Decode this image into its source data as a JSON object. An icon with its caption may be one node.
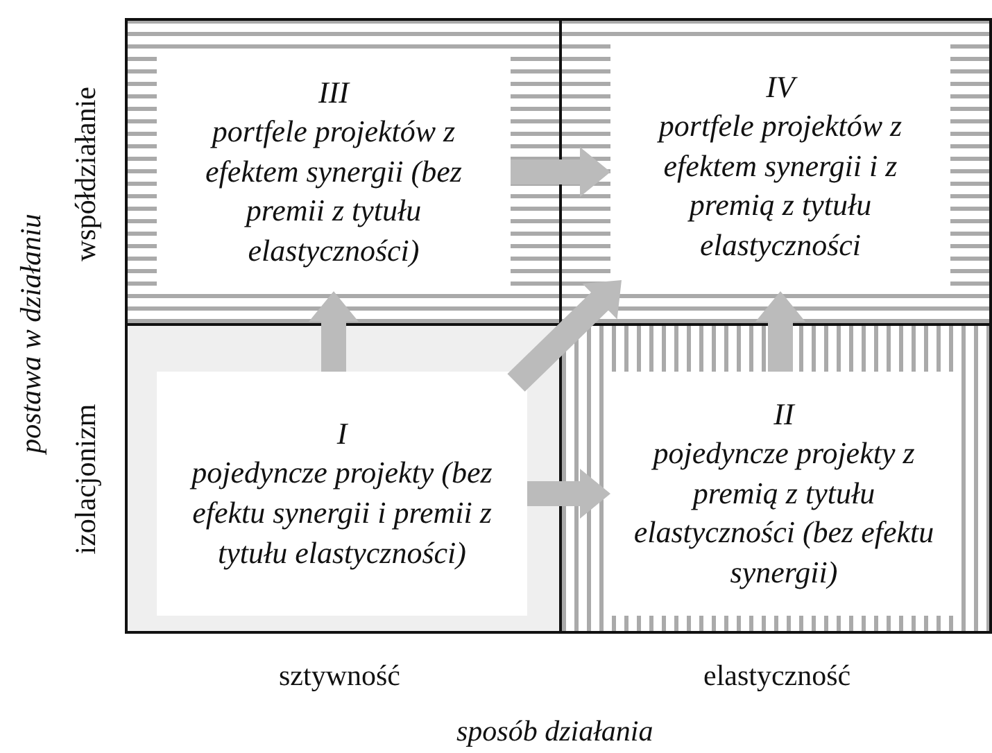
{
  "diagram": {
    "nodes": [
      {
        "text": [
          "III",
          "portfele projektów z efektem synergii (bez premii z tytułu elastyczności)"
        ]
      },
      {
        "text": [
          "IV",
          "portfele projektów z efektem synergii i z premią z tytułu elastyczności"
        ]
      },
      {
        "text": [
          "I",
          "pojedyncze projekty (bez efektu synergii i premii z tytułu elastyczności)"
        ]
      },
      {
        "text": [
          "II",
          "pojedyncze projekty z premią z tytułu elastyczności (bez efektu synergii)"
        ]
      }
    ],
    "edges": [
      {
        "from": 2,
        "to": 0,
        "arrow": "to"
      },
      {
        "from": 2,
        "to": 1,
        "arrow": "to"
      },
      {
        "from": 2,
        "to": 3,
        "arrow": "to"
      },
      {
        "from": 0,
        "to": 1,
        "arrow": "to"
      },
      {
        "from": 3,
        "to": 1,
        "arrow": "to"
      }
    ],
    "labels": [
      "postawa w działaniu",
      "współdziałanie",
      "izolacjonizm",
      "sztywność",
      "elastyczność",
      "sposób działania"
    ]
  }
}
